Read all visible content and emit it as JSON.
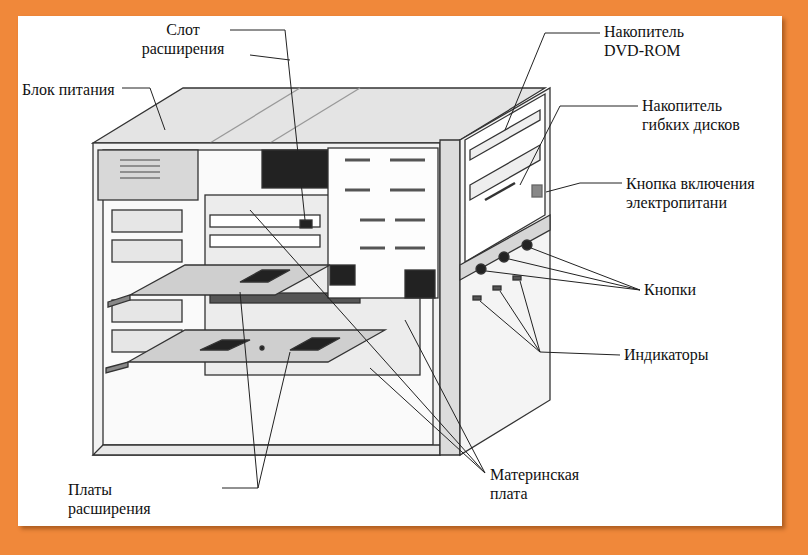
{
  "diagram": {
    "labels": [
      "Слот расширения",
      "Блок питания",
      "Накопитель DVD-ROM",
      "Накопитель гибких дисков",
      "Кнопка включения электропитани",
      "Кнопки",
      "Индикаторы",
      "Платы расширения",
      "Материнская плата"
    ]
  }
}
